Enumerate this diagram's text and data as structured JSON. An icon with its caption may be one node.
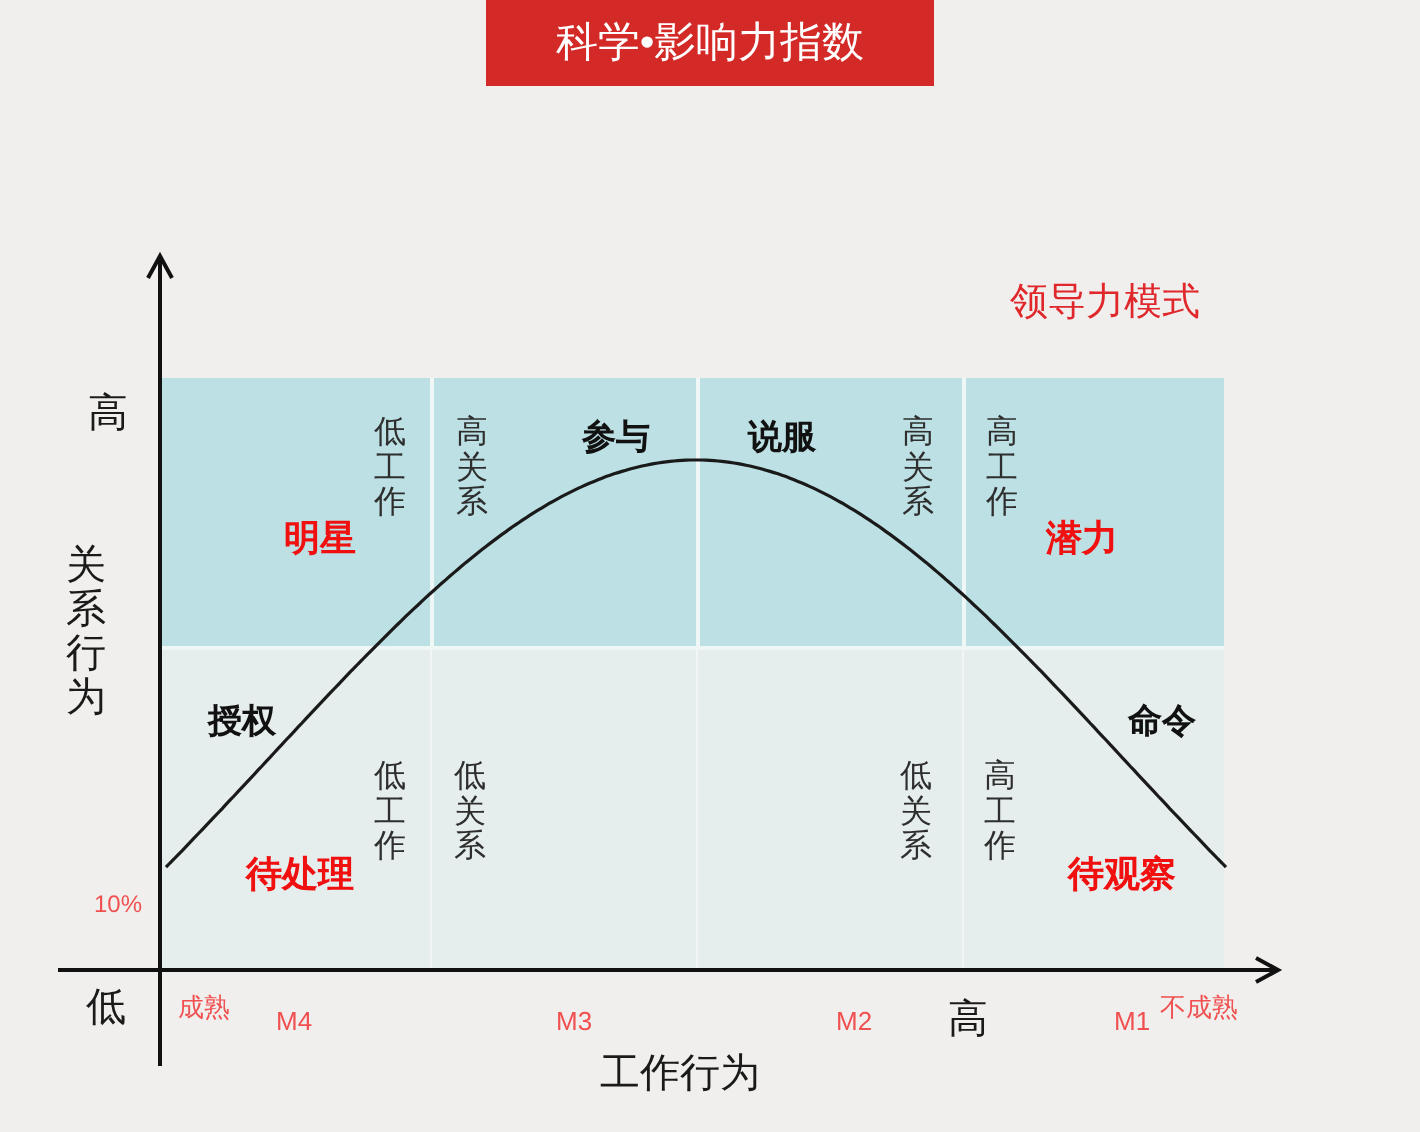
{
  "diagram": {
    "title": "科学•影响力指数",
    "nodes": [
      {
        "text": [
          "低工作",
          "明星"
        ]
      },
      {
        "text": [
          "高关系",
          "参与"
        ]
      },
      {
        "text": [
          "说服",
          "高关系"
        ]
      },
      {
        "text": [
          "高工作",
          "潜力"
        ]
      },
      {
        "text": [
          "授权",
          "低工作",
          "待处理"
        ]
      },
      {
        "text": [
          "低关系"
        ]
      },
      {
        "text": [
          "低关系"
        ]
      },
      {
        "text": [
          "命令",
          "高工作",
          "待观察"
        ]
      }
    ],
    "labels": [
      "领导力模式",
      "高",
      "关系行为",
      "10%",
      "低",
      "成熟",
      "M4",
      "M3",
      "M2",
      "高",
      "M1",
      "不成熟",
      "工作行为"
    ]
  }
}
